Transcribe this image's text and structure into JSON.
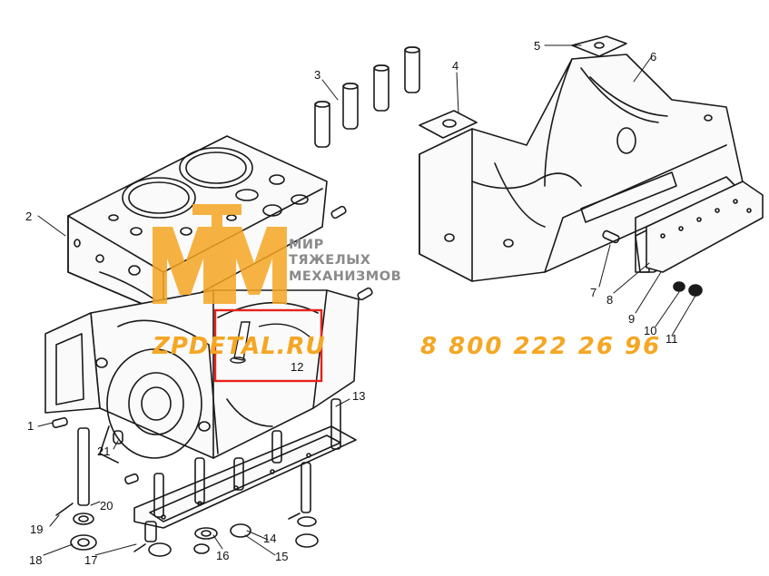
{
  "callouts": {
    "c1": "1",
    "c2": "2",
    "c3": "3",
    "c4": "4",
    "c5": "5",
    "c6": "6",
    "c7": "7",
    "c8": "8",
    "c9": "9",
    "c10": "10",
    "c11": "11",
    "c12": "12",
    "c13": "13",
    "c14": "14",
    "c15": "15",
    "c16": "16",
    "c17": "17",
    "c18": "18",
    "c19": "19",
    "c20": "20",
    "c21": "21"
  },
  "watermark": {
    "logo_letters": "МТМ",
    "line1": "МИР",
    "line2": "ТЯЖЕЛЫХ",
    "line3": "МЕХАНИЗМОВ",
    "site": "ZPDETAL.RU",
    "phone": "8 800 222 26 96"
  },
  "colors": {
    "line": "#1a1a1a",
    "highlight": "#e8221b",
    "watermark_orange": "#f5a623",
    "watermark_gray": "#8a8a8a"
  }
}
